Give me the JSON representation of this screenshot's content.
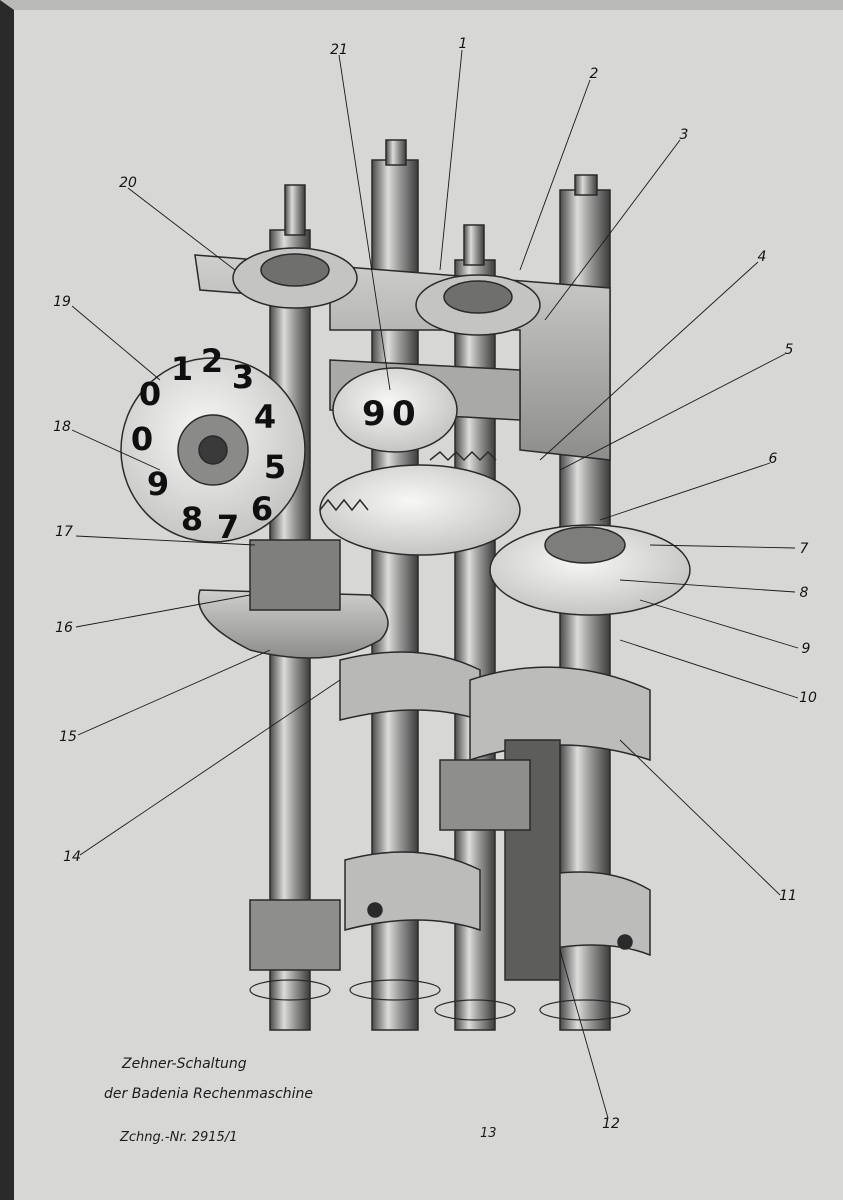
{
  "callouts": {
    "c1": "1",
    "c2": "2",
    "c3": "3",
    "c4": "4",
    "c5": "5",
    "c6": "6",
    "c7": "7",
    "c8": "8",
    "c9": "9",
    "c10": "10",
    "c11": "11",
    "c12": "12",
    "c14": "14",
    "c15": "15",
    "c16": "16",
    "c17": "17",
    "c18": "18",
    "c19": "19",
    "c20": "20",
    "c21": "21"
  },
  "caption": {
    "line1": "Zehner-Schaltung",
    "line2": "der Badenia Rechenmaschine",
    "drawing_number": "Zchng.-Nr. 2915/1",
    "page_number": "13"
  }
}
